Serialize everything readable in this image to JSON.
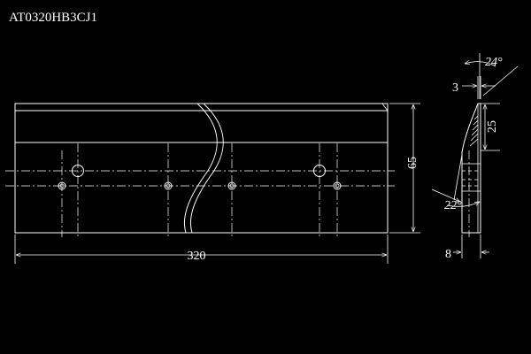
{
  "drawing": {
    "part_number": "AT0320HB3CJ1",
    "dimensions": {
      "length": "320",
      "height": "65",
      "thickness": "8",
      "edge_offset": "3",
      "edge_height": "25",
      "top_angle": "24°",
      "bottom_angle": "22°"
    }
  }
}
